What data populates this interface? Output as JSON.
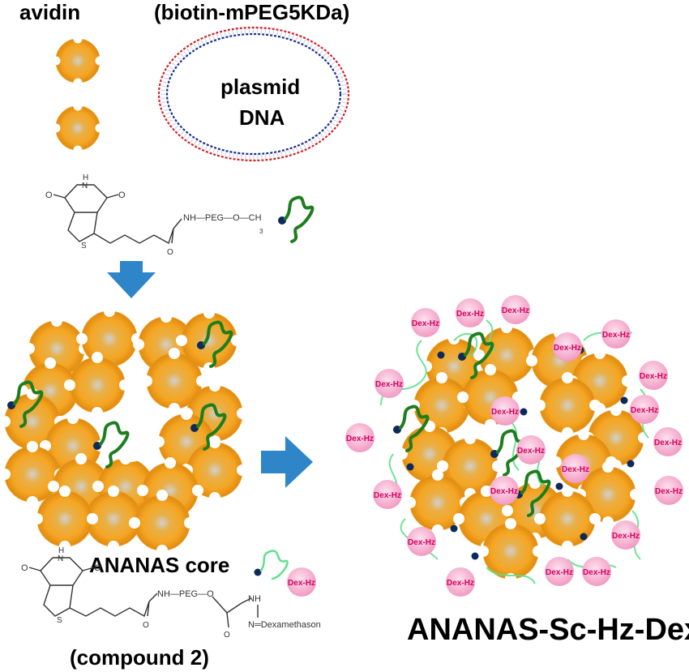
{
  "labels": {
    "avidin": "avidin",
    "biotin_peg": "(biotin-mPEG5KDa)",
    "plasmid": "plasmid",
    "dna": "DNA",
    "ananas_core": "ANANAS core",
    "compound2": "(compound 2)",
    "ananas_sc": "ANANAS-Sc-Hz-Dex"
  },
  "structure_top": {
    "nh_peg": "NH—PEG—O—CH",
    "subscript": "3",
    "o1": "O",
    "o2": "O",
    "o3": "O",
    "n": "N",
    "h": "H",
    "s": "S"
  },
  "structure_bottom": {
    "nh_peg": "NH—PEG—O",
    "nh": "NH",
    "n_dex": "N═Dexamethason",
    "o1": "O",
    "o2": "O",
    "o3": "O",
    "o4": "O",
    "n": "N",
    "h": "H",
    "s": "S"
  },
  "dex_hz_label": "Dex-Hz",
  "colors": {
    "avidin_orange": "#f5a623",
    "avidin_core": "#c8c8c8",
    "peg_dark": "#1e7d1e",
    "peg_light": "#5ee08a",
    "biotin_navy": "#0e2a5a",
    "dex_pink": "#f4a7c8",
    "dex_text": "#d6005e",
    "arrow_blue": "#2e86c8",
    "dna_red": "#d0222a",
    "dna_blue": "#1a2f8a"
  }
}
